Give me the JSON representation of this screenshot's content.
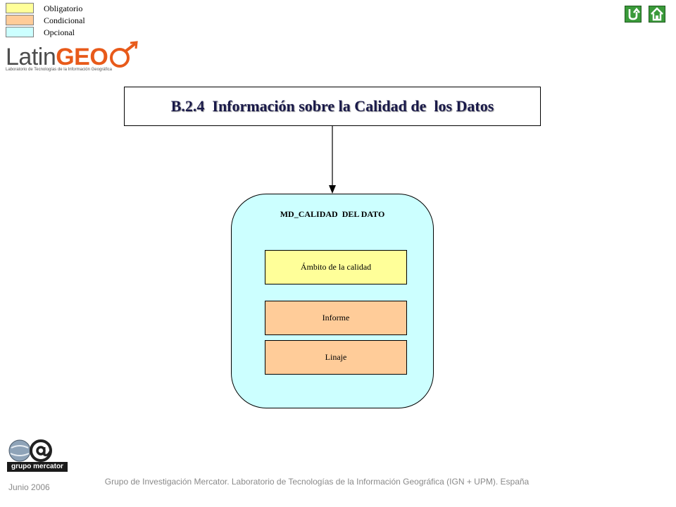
{
  "legend": {
    "items": [
      {
        "label": "Obligatorio",
        "color": "#ffff99"
      },
      {
        "label": "Condicional",
        "color": "#ffcc99"
      },
      {
        "label": "Opcional",
        "color": "#ccffff"
      }
    ]
  },
  "logos": {
    "latingeo_lat": "Latin",
    "latingeo_geo": "GEO",
    "latingeo_sub": "Laboratorio de Tecnologías de la Información Geográfica",
    "mercator_label": "grupo mercator"
  },
  "diagram": {
    "title": "B.2.4  Información sobre la Calidad de  los Datos",
    "class_name": "MD_CALIDAD  DEL DATO",
    "class_color": "#ccffff",
    "attributes": [
      {
        "label": "Ámbito de la calidad",
        "status": "Obligatorio",
        "color": "#ffff99"
      },
      {
        "label": "Informe",
        "status": "Condicional",
        "color": "#ffcc99"
      },
      {
        "label": "Linaje",
        "status": "Condicional",
        "color": "#ffcc99"
      }
    ]
  },
  "footer": {
    "date": "Junio 2006",
    "text": "Grupo de Investigación Mercator. Laboratorio de Tecnologías de la Información Geográfica (IGN + UPM). España"
  },
  "nav": {
    "back_icon": "back-arrow-icon",
    "home_icon": "home-icon",
    "button_color": "#3a9a3a"
  }
}
